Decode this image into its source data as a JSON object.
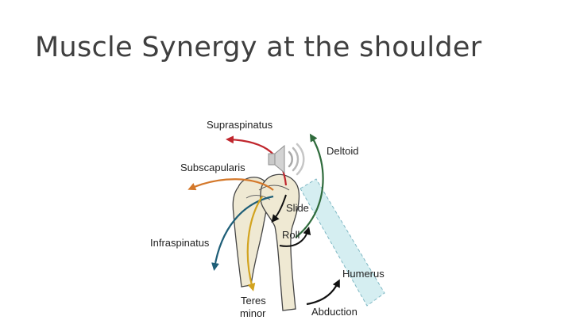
{
  "slide": {
    "title": "Muscle Synergy at the shoulder"
  },
  "diagram": {
    "labels": {
      "supraspinatus": "Supraspinatus",
      "deltoid": "Deltoid",
      "subscapularis": "Subscapularis",
      "slide": "Slide",
      "roll": "Roll",
      "infraspinatus": "Infraspinatus",
      "humerus": "Humerus",
      "teres_line1": "Teres",
      "teres_line2": "minor",
      "abduction": "Abduction"
    },
    "colors": {
      "supraspinatus": "#c0262d",
      "deltoid": "#2f6b3c",
      "subscapularis": "#d4782a",
      "infraspinatus": "#1f5f78",
      "teres_minor": "#d2a31f",
      "humerus_band": "#d5eef1",
      "bone": "#efe9d3",
      "arrow_black": "#111111"
    }
  },
  "media": {
    "audio_icon": "speaker-icon"
  }
}
